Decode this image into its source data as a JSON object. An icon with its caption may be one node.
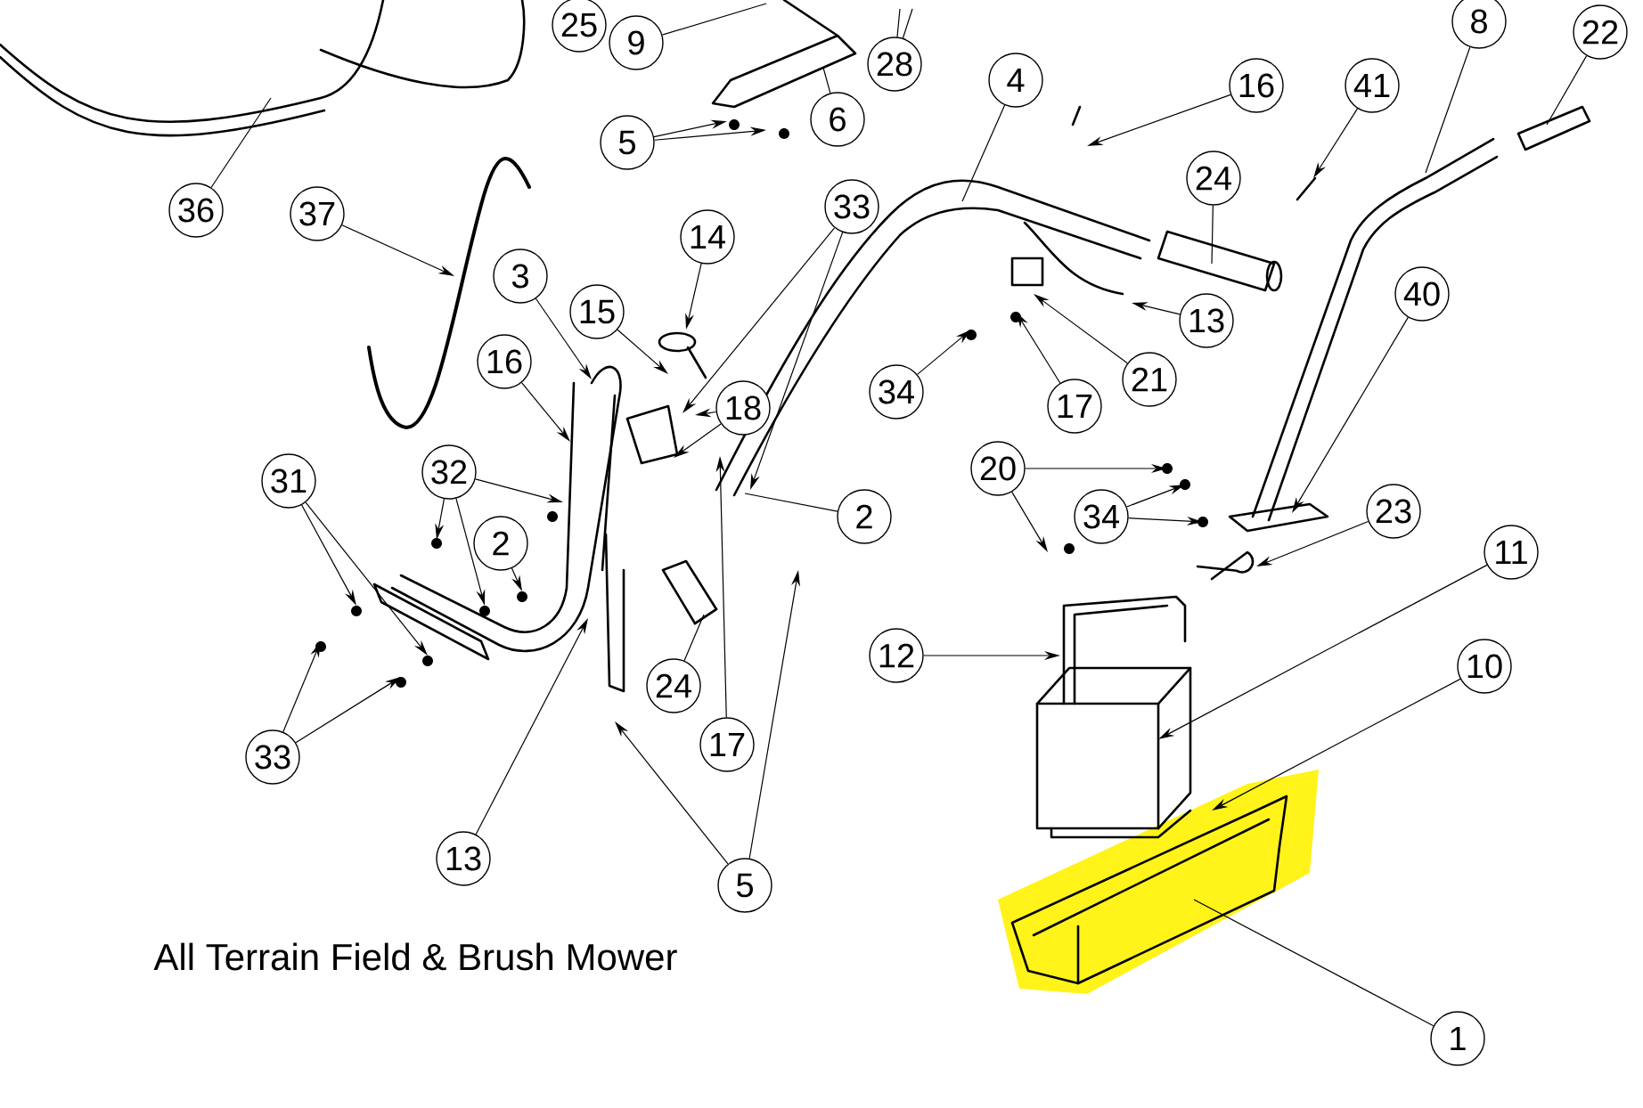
{
  "diagram": {
    "title": "All Terrain Field & Brush Mower",
    "nodes": [
      {
        "text": [
          "25"
        ]
      },
      {
        "text": [
          "9"
        ]
      },
      {
        "text": [
          "28"
        ]
      },
      {
        "text": [
          "6"
        ]
      },
      {
        "text": [
          "5"
        ]
      },
      {
        "text": [
          "36"
        ]
      },
      {
        "text": [
          "37"
        ]
      },
      {
        "text": [
          "3"
        ]
      },
      {
        "text": [
          "14"
        ]
      },
      {
        "text": [
          "15"
        ]
      },
      {
        "text": [
          "16"
        ]
      },
      {
        "text": [
          "18"
        ]
      },
      {
        "text": [
          "33"
        ]
      },
      {
        "text": [
          "32"
        ]
      },
      {
        "text": [
          "2"
        ]
      },
      {
        "text": [
          "31"
        ]
      },
      {
        "text": [
          "33"
        ]
      },
      {
        "text": [
          "13"
        ]
      },
      {
        "text": [
          "24"
        ]
      },
      {
        "text": [
          "17"
        ]
      },
      {
        "text": [
          "5"
        ]
      },
      {
        "text": [
          "2"
        ]
      },
      {
        "text": [
          "4"
        ]
      },
      {
        "text": [
          "16"
        ]
      },
      {
        "text": [
          "24"
        ]
      },
      {
        "text": [
          "41"
        ]
      },
      {
        "text": [
          "8"
        ]
      },
      {
        "text": [
          "22"
        ]
      },
      {
        "text": [
          "13"
        ]
      },
      {
        "text": [
          "21"
        ]
      },
      {
        "text": [
          "34"
        ]
      },
      {
        "text": [
          "17"
        ]
      },
      {
        "text": [
          "40"
        ]
      },
      {
        "text": [
          "20"
        ]
      },
      {
        "text": [
          "34"
        ]
      },
      {
        "text": [
          "23"
        ]
      },
      {
        "text": [
          "12"
        ]
      },
      {
        "text": [
          "11"
        ]
      },
      {
        "text": [
          "10"
        ]
      },
      {
        "text": [
          "1"
        ]
      }
    ],
    "edges": [
      {
        "from": 1,
        "to": null,
        "arrow": "none"
      },
      {
        "from": 2,
        "to": null,
        "arrow": "none"
      },
      {
        "from": 2,
        "to": null,
        "arrow": "none"
      },
      {
        "from": 3,
        "to": null,
        "arrow": "none"
      },
      {
        "from": 4,
        "to": null,
        "arrow": "to"
      },
      {
        "from": 4,
        "to": null,
        "arrow": "to"
      },
      {
        "from": 5,
        "to": null,
        "arrow": "none"
      },
      {
        "from": 6,
        "to": null,
        "arrow": "to"
      },
      {
        "from": 7,
        "to": null,
        "arrow": "to"
      },
      {
        "from": 8,
        "to": null,
        "arrow": "to"
      },
      {
        "from": 9,
        "to": null,
        "arrow": "to"
      },
      {
        "from": 10,
        "to": null,
        "arrow": "to"
      },
      {
        "from": 11,
        "to": null,
        "arrow": "to"
      },
      {
        "from": 11,
        "to": null,
        "arrow": "to"
      },
      {
        "from": 12,
        "to": null,
        "arrow": "to"
      },
      {
        "from": 12,
        "to": null,
        "arrow": "to"
      },
      {
        "from": 13,
        "to": null,
        "arrow": "to"
      },
      {
        "from": 13,
        "to": null,
        "arrow": "to"
      },
      {
        "from": 13,
        "to": null,
        "arrow": "to"
      },
      {
        "from": 14,
        "to": null,
        "arrow": "to"
      },
      {
        "from": 15,
        "to": null,
        "arrow": "to"
      },
      {
        "from": 15,
        "to": null,
        "arrow": "to"
      },
      {
        "from": 16,
        "to": null,
        "arrow": "to"
      },
      {
        "from": 16,
        "to": null,
        "arrow": "to"
      },
      {
        "from": 17,
        "to": null,
        "arrow": "to"
      },
      {
        "from": 18,
        "to": null,
        "arrow": "none"
      },
      {
        "from": 19,
        "to": null,
        "arrow": "to"
      },
      {
        "from": 20,
        "to": null,
        "arrow": "to"
      },
      {
        "from": 20,
        "to": null,
        "arrow": "to"
      },
      {
        "from": 21,
        "to": null,
        "arrow": "none"
      },
      {
        "from": 22,
        "to": null,
        "arrow": "none"
      },
      {
        "from": 23,
        "to": null,
        "arrow": "to"
      },
      {
        "from": 24,
        "to": null,
        "arrow": "none"
      },
      {
        "from": 25,
        "to": null,
        "arrow": "to"
      },
      {
        "from": 26,
        "to": null,
        "arrow": "none"
      },
      {
        "from": 27,
        "to": null,
        "arrow": "none"
      },
      {
        "from": 28,
        "to": null,
        "arrow": "to"
      },
      {
        "from": 29,
        "to": null,
        "arrow": "to"
      },
      {
        "from": 30,
        "to": null,
        "arrow": "to"
      },
      {
        "from": 31,
        "to": null,
        "arrow": "to"
      },
      {
        "from": 32,
        "to": null,
        "arrow": "to"
      },
      {
        "from": 33,
        "to": null,
        "arrow": "to"
      },
      {
        "from": 33,
        "to": null,
        "arrow": "to"
      },
      {
        "from": 34,
        "to": null,
        "arrow": "to"
      },
      {
        "from": 34,
        "to": null,
        "arrow": "to"
      },
      {
        "from": 35,
        "to": null,
        "arrow": "to"
      },
      {
        "from": 36,
        "to": null,
        "arrow": "to"
      },
      {
        "from": 37,
        "to": null,
        "arrow": "to"
      },
      {
        "from": 38,
        "to": null,
        "arrow": "to"
      },
      {
        "from": 39,
        "to": null,
        "arrow": "none"
      }
    ]
  }
}
